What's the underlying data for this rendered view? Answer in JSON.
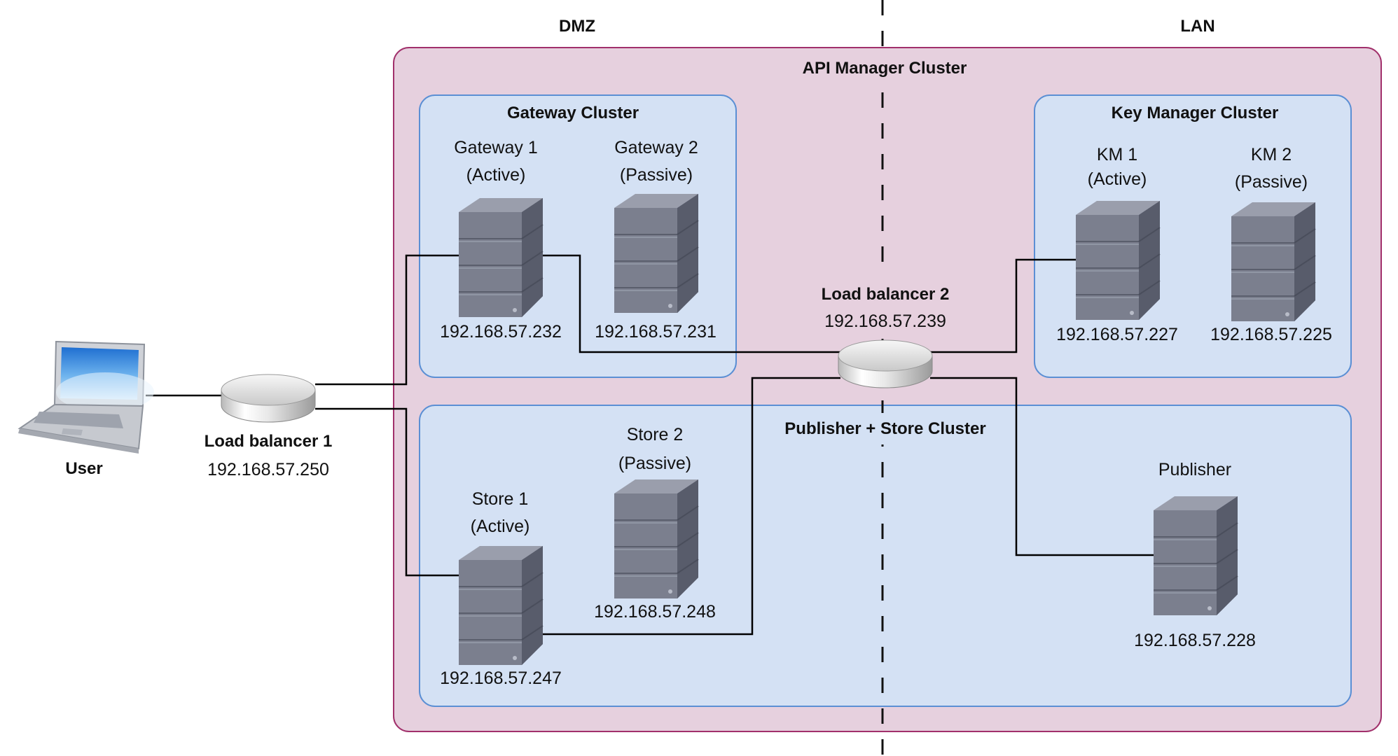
{
  "zones": {
    "dmz": "DMZ",
    "lan": "LAN"
  },
  "user": {
    "label": "User"
  },
  "load_balancer_1": {
    "title": "Load balancer 1",
    "ip": "192.168.57.250"
  },
  "load_balancer_2": {
    "title": "Load balancer 2",
    "ip": "192.168.57.239"
  },
  "api_manager_cluster": {
    "title": "API Manager Cluster"
  },
  "gateway_cluster": {
    "title": "Gateway Cluster",
    "nodes": [
      {
        "name": "Gateway 1",
        "state": "(Active)",
        "ip": "192.168.57.232"
      },
      {
        "name": "Gateway 2",
        "state": "(Passive)",
        "ip": "192.168.57.231"
      }
    ]
  },
  "key_manager_cluster": {
    "title": "Key Manager Cluster",
    "nodes": [
      {
        "name": "KM 1",
        "state": "(Active)",
        "ip": "192.168.57.227"
      },
      {
        "name": "KM 2",
        "state": "(Passive)",
        "ip": "192.168.57.225"
      }
    ]
  },
  "publisher_store_cluster": {
    "title": "Publisher + Store Cluster",
    "nodes": [
      {
        "name": "Store 1",
        "state": "(Active)",
        "ip": "192.168.57.247"
      },
      {
        "name": "Store 2",
        "state": "(Passive)",
        "ip": "192.168.57.248"
      },
      {
        "name": "Publisher",
        "ip": "192.168.57.228"
      }
    ]
  },
  "colors": {
    "api_cluster_fill": "#e6d0de",
    "api_cluster_stroke": "#a1306b",
    "sub_cluster_fill": "#d4e1f4",
    "sub_cluster_stroke": "#5b8fd4",
    "server_front": "#7b7f8e",
    "server_side": "#5f6372",
    "server_top": "#9a9eac"
  }
}
